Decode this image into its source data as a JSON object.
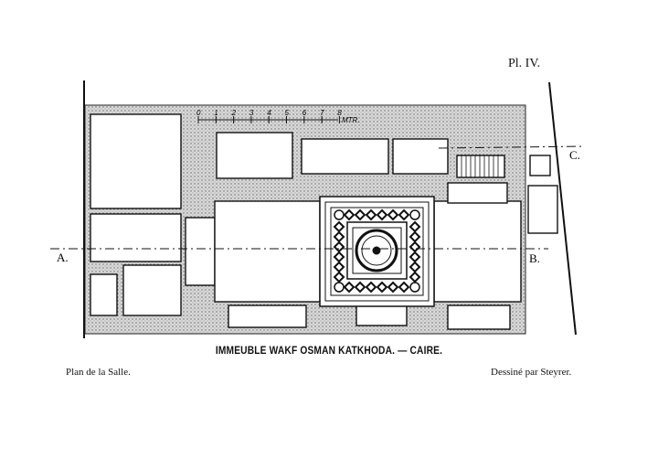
{
  "plate_label": "Pl. IV.",
  "title": "IMMEUBLE WAKF OSMAN KATKHODA. — CAIRE.",
  "caption_left": "Plan de la Salle.",
  "caption_right": "Dessiné par Steyrer.",
  "section_labels": {
    "a": "A.",
    "b": "B.",
    "c": "C."
  },
  "scale": {
    "ticks": [
      "0",
      "1",
      "2",
      "3",
      "4",
      "5",
      "6",
      "7",
      "8"
    ],
    "unit": "MTR."
  }
}
